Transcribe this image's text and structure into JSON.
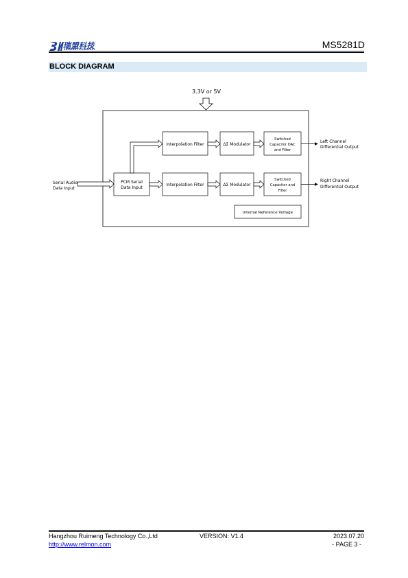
{
  "header": {
    "logo_text": "瑞盟科技",
    "logo_subtext": "RUIMENG TECHNOLOGY",
    "doc_id": "MS5281D"
  },
  "section": {
    "title": "BLOCK DIAGRAM"
  },
  "diagram": {
    "supply_label": "3.3V or 5V",
    "input_label_line1": "Serial Audio",
    "input_label_line2": "Data Input",
    "pcm_line1": "PCM Serial",
    "pcm_line2": "Data Input",
    "top_interp": "Interpolation Filter",
    "top_mod": "ΔΣ Modulator",
    "top_dac_line1": "Switched",
    "top_dac_line2": "Capacitor DAC",
    "top_dac_line3": "and Filter",
    "bot_interp": "Interpolation Filter",
    "bot_mod": "ΔΣ Modulator",
    "bot_dac_line1": "Switched",
    "bot_dac_line2": "Capacitor and",
    "bot_dac_line3": "Filter",
    "ref_label": "Internal Reference Votlage",
    "left_out_line1": "Left Channel",
    "left_out_line2": "Differential Output",
    "right_out_line1": "Right Channel",
    "right_out_line2": "Differential Output"
  },
  "footer": {
    "company": "Hangzhou Ruimeng Technology Co.,Ltd",
    "version": "VERSION: V1.4",
    "date": "2023.07.20",
    "url": "http://www.relmon.com",
    "page": "- PAGE  3  -"
  },
  "colors": {
    "brand": "#1f3f9a",
    "section_bar": "#daeaf7",
    "link": "#0000ee"
  }
}
